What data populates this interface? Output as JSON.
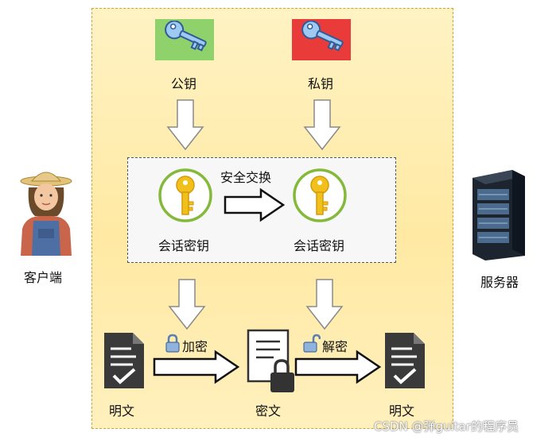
{
  "labels": {
    "public_key": "公钥",
    "private_key": "私钥",
    "secure_exchange": "安全交换",
    "session_key_left": "会话密钥",
    "session_key_right": "会话密钥",
    "client": "客户端",
    "server": "服务器",
    "encrypt": "加密",
    "decrypt": "解密",
    "plaintext_left": "明文",
    "ciphertext": "密文",
    "plaintext_right": "明文"
  },
  "watermark": "CSDN @弹guitar的程序员",
  "colors": {
    "public_key_bg": "#8fd16a",
    "private_key_bg": "#ea3b3b",
    "panel_fill": "#ffe9a3",
    "key_gold": "#f2c01b",
    "ring_green": "#84b93b"
  },
  "icons": {
    "public_key": "blue-key-icon",
    "private_key": "blue-key-icon",
    "session_key": "gold-key-icon",
    "client": "farmer-avatar-icon",
    "server": "server-rack-icon",
    "plaintext": "document-check-icon",
    "ciphertext": "document-lock-icon",
    "lock": "padlock-icon"
  }
}
